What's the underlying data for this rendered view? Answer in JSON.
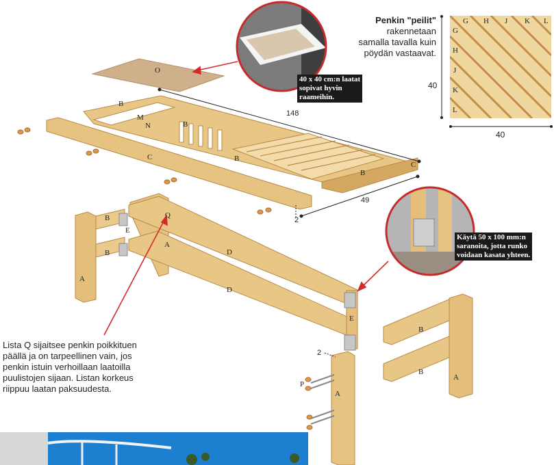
{
  "top_note": {
    "lines": [
      "Penkin \"peilit\"",
      "rakennetaan",
      "samalla tavalla kuin",
      "pöydän vastaavat."
    ]
  },
  "panel": {
    "top_labels": [
      "G",
      "H",
      "J",
      "K",
      "L"
    ],
    "side_labels": [
      "G",
      "H",
      "J",
      "K",
      "L"
    ],
    "height_dim": "40",
    "width_dim": "40"
  },
  "tile_callout": {
    "text": "40 x 40 cm:n laatat\nsopivat hyvin\nraameihin."
  },
  "hinge_callout": {
    "text": "Käytä 50 x 100 mm:n\nsaranoita, jotta runko\nvoidaan kasata yhteen."
  },
  "bottom_note": {
    "lines": [
      "Lista Q sijaitsee penkin poikkituen",
      "päällä ja on tarpeellinen vain, jos",
      "penkin istuin verhoillaan laatoilla",
      "puulistojen sijaan. Listan korkeus",
      "riippuu laatan paksuudesta."
    ]
  },
  "dimensions": {
    "length": "148",
    "depth": "49",
    "offset_top": "2",
    "offset_bottom": "2"
  },
  "part_labels": {
    "O": "O",
    "B1": "B",
    "M": "M",
    "N": "N",
    "B2": "B",
    "C1": "C",
    "B3": "B",
    "B4": "B",
    "C2": "C",
    "Bleg1": "B",
    "Bleg2": "B",
    "Q": "Q",
    "E1": "E",
    "A1": "A",
    "A2": "A",
    "D1": "D",
    "D2": "D",
    "E2": "E",
    "Bleg3": "B",
    "Bleg4": "B",
    "A3": "A",
    "A4": "A",
    "P": "P"
  },
  "colors": {
    "wood": "#e7c585",
    "wood_dark": "#c99a52",
    "wood_light": "#f2dba8",
    "arrow": "#d42a2a",
    "sky": "#1d7fd0"
  }
}
